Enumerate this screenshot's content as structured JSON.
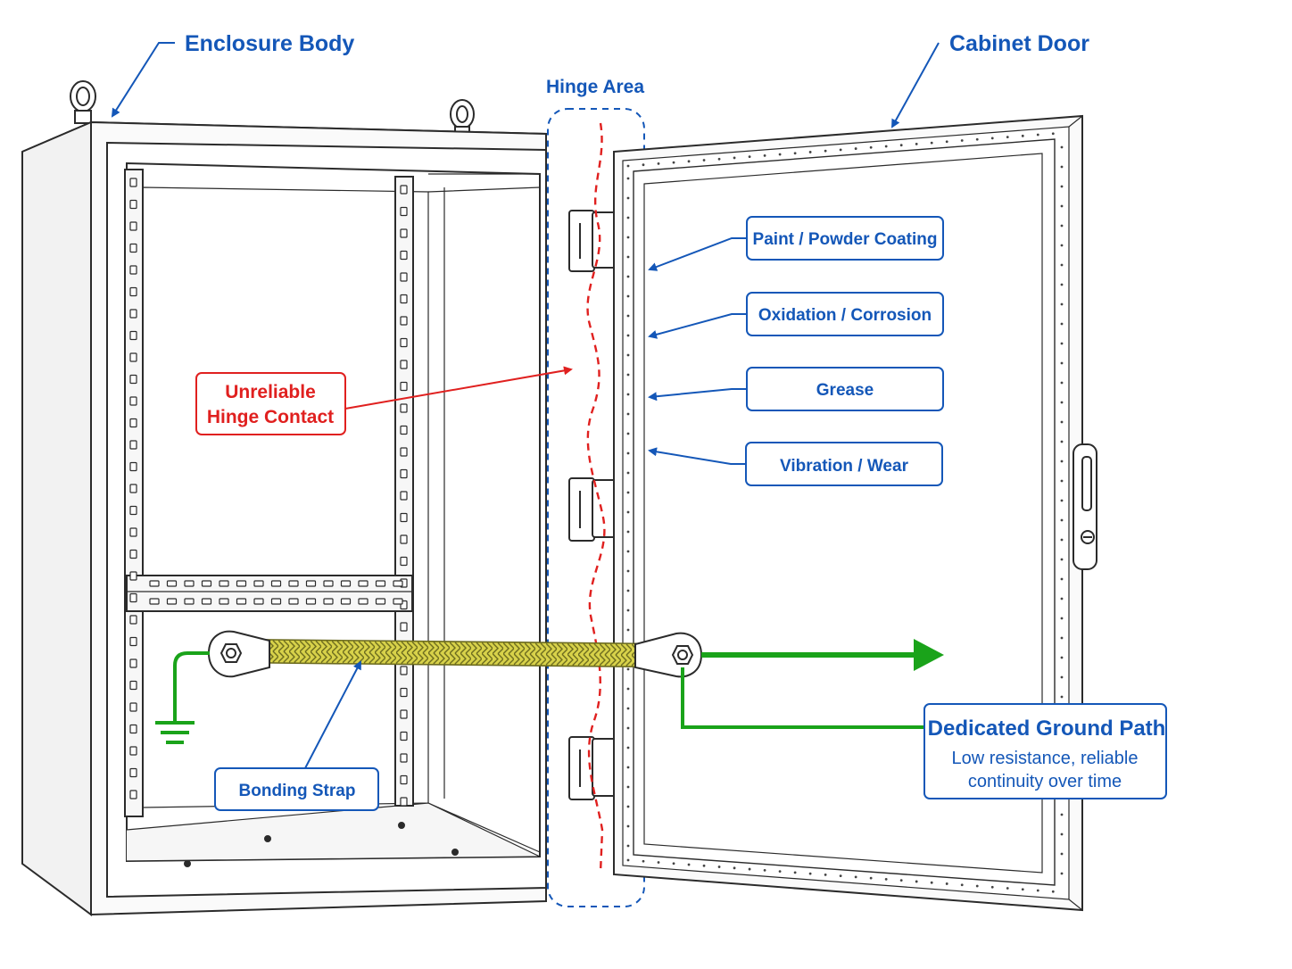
{
  "labels": {
    "enclosure_body": "Enclosure Body",
    "cabinet_door": "Cabinet Door",
    "hinge_area": "Hinge Area",
    "unreliable_line1": "Unreliable",
    "unreliable_line2": "Hinge Contact",
    "bonding_strap": "Bonding Strap",
    "dedicated_title": "Dedicated Ground Path",
    "dedicated_sub1": "Low resistance, reliable",
    "dedicated_sub2": "continuity over time"
  },
  "door_issues": [
    "Paint / Powder Coating",
    "Oxidation / Corrosion",
    "Grease",
    "Vibration / Wear"
  ],
  "colors": {
    "label_blue": "#1457b8",
    "warning_red": "#e0201f",
    "ground_green": "#1aa31a",
    "strap_yellow": "#c9c23a",
    "outline": "#2b2b2b"
  }
}
